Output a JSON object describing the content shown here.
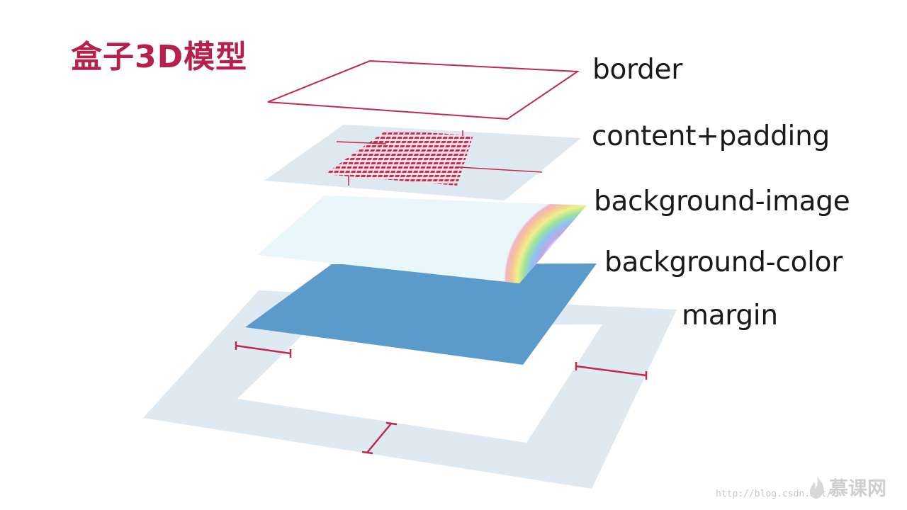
{
  "title": "盒子3D模型",
  "layers": {
    "border": "border",
    "content_padding": "content+padding",
    "background_image": "background-image",
    "background_color": "background-color",
    "margin": "margin"
  },
  "watermark": {
    "url": "http://blog.csdn.net/",
    "logo_text": "慕课网"
  },
  "colors": {
    "accent": "#c0294e",
    "title": "#b8204c",
    "margin_plate": "#dfe9f2",
    "padding_plate": "#dde8f1",
    "background_image_plate": "#e9f7fb",
    "background_color_plate": "#5b9bcb",
    "label_text": "#1a1a1a",
    "watermark": "#c8c8c8"
  },
  "icons": {
    "rainbow": "rainbow-icon",
    "logo_flame": "flame-icon"
  }
}
